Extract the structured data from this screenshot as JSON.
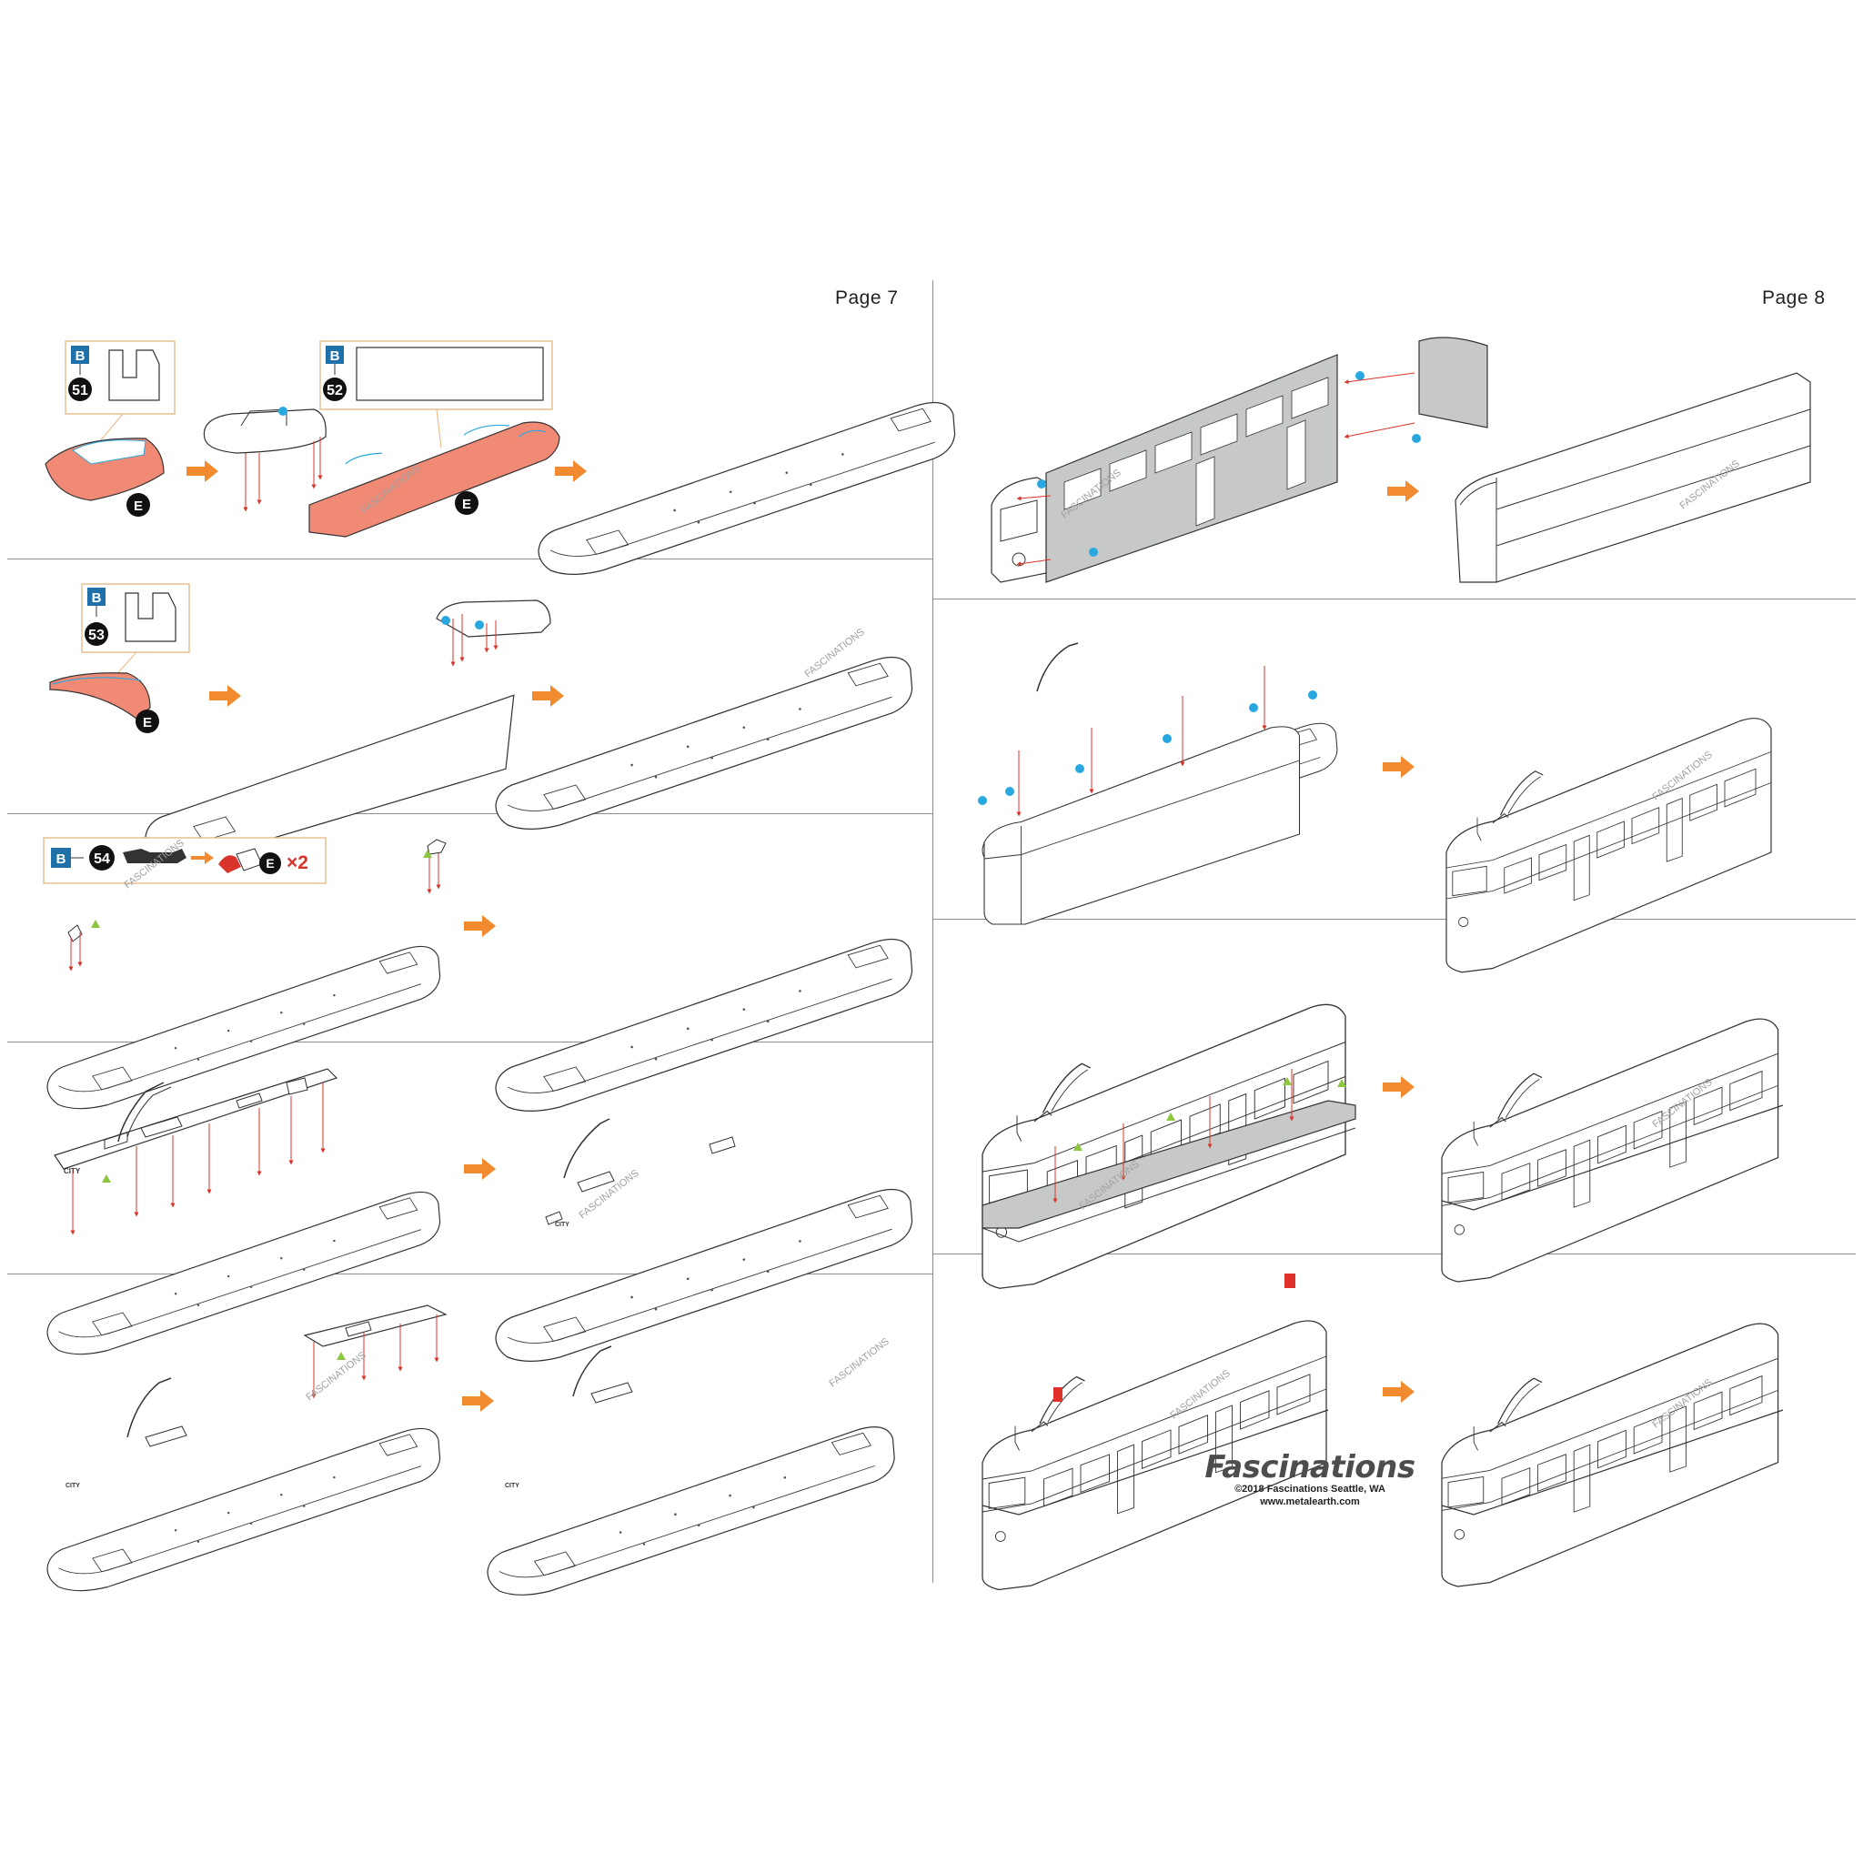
{
  "pages": {
    "left": "Page 7",
    "right": "Page 8"
  },
  "parts": {
    "p51": {
      "sheet": "B",
      "number": "51",
      "tab": "E"
    },
    "p52": {
      "sheet": "B",
      "number": "52",
      "tab": "E"
    },
    "p53": {
      "sheet": "B",
      "number": "53",
      "tab": "E"
    },
    "p54": {
      "sheet": "B",
      "number": "54",
      "tab": "E",
      "qty": "×2"
    }
  },
  "tram_sign": "CITY",
  "watermark": "FASCINATIONS",
  "footer": {
    "brand": "Fascinations",
    "copyright": "©2018 Fascinations Seattle, WA",
    "url": "www.metalearth.com"
  },
  "colors": {
    "accent_arrow": "#f28a30",
    "part_highlight": "#f08a75",
    "sheet_badge": "#1f6fa8",
    "dot_blue": "#29a8e0",
    "guide_red": "#d9342b",
    "flag_red": "#e0322b",
    "triangle_green": "#8dc63f",
    "panel_gray": "#c7c9c9",
    "callout_border": "#e7bf8f"
  },
  "icons": [
    "arrow-right-icon",
    "tab-e-icon",
    "sheet-badge-icon",
    "blue-dot-icon",
    "green-triangle-icon"
  ]
}
